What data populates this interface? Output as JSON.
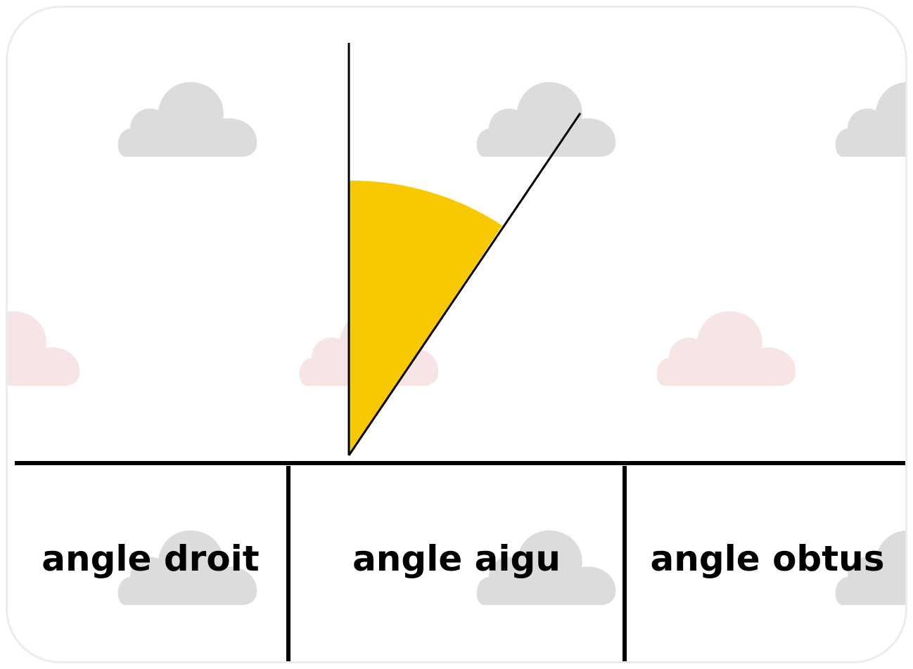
{
  "colors": {
    "card_border": "#ececec",
    "cloud_grey": "#dcdcdc",
    "cloud_pink": "#f7e4e4",
    "angle_fill": "#f8c800",
    "line": "#000000"
  },
  "figure": {
    "angle_type_shown": "acute",
    "icon_grey_cloud": "grey-cloud-icon",
    "icon_pink_cloud": "pink-cloud-icon"
  },
  "choices": [
    {
      "label": "angle droit"
    },
    {
      "label": "angle aigu"
    },
    {
      "label": "angle obtus"
    }
  ]
}
